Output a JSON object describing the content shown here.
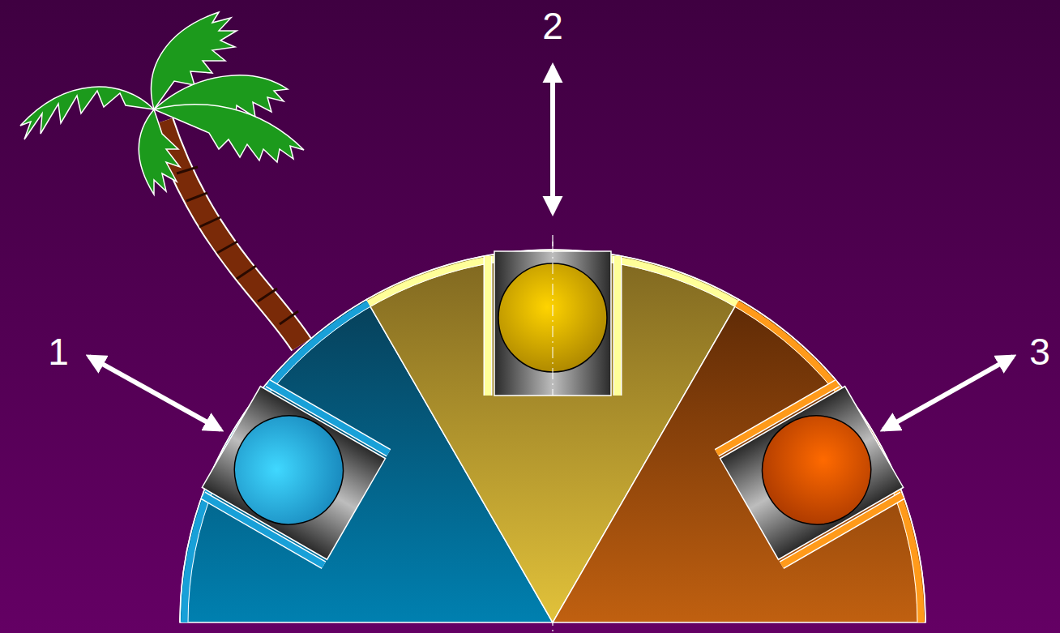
{
  "diagram": {
    "labels": [
      "2",
      "1",
      "3"
    ]
  }
}
